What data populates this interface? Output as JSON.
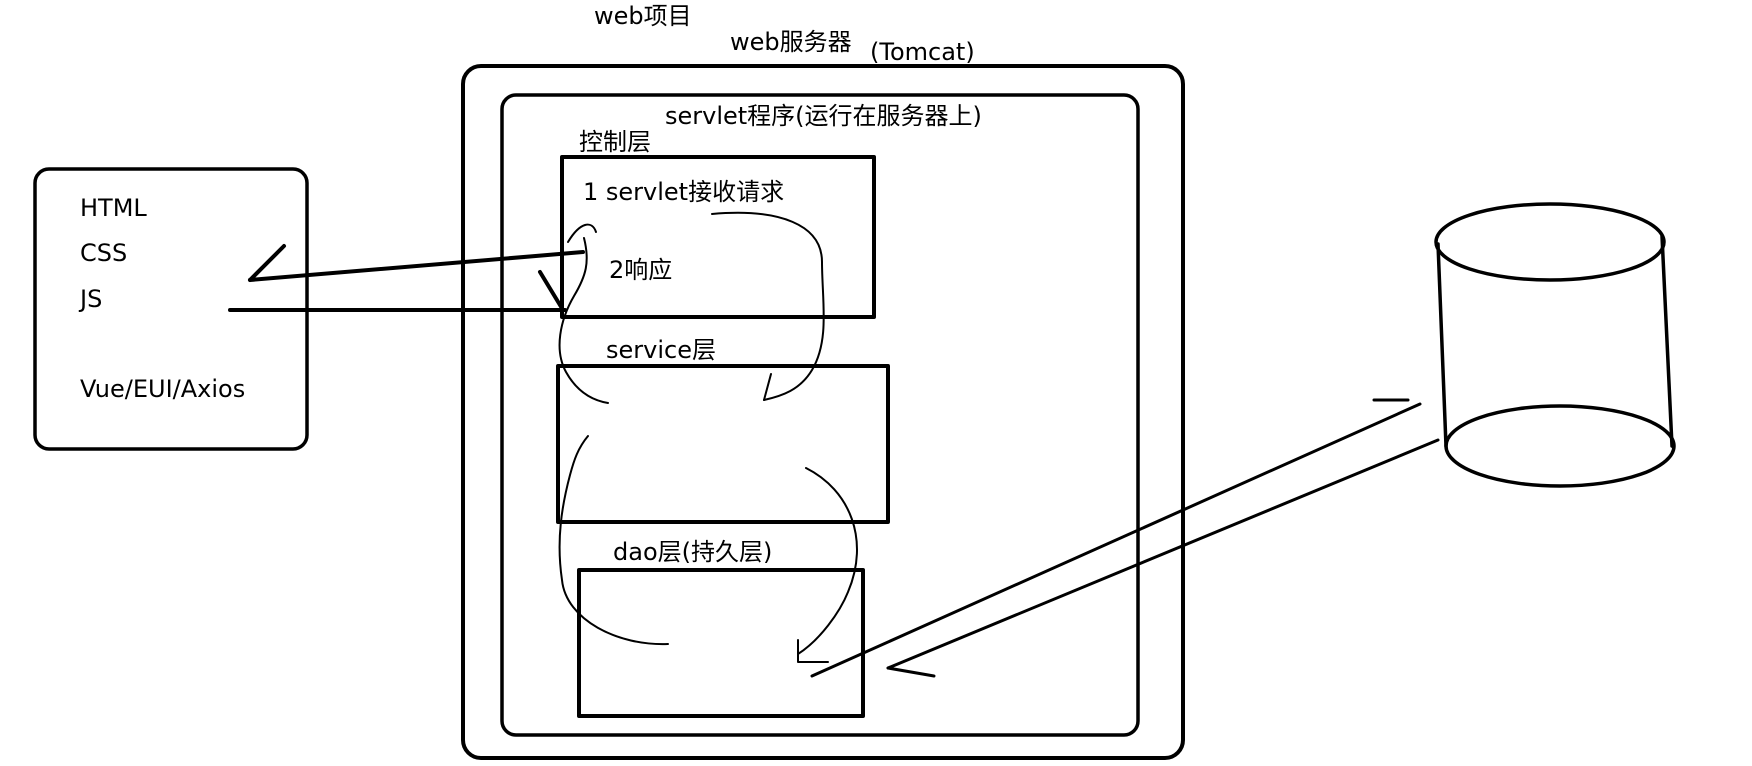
{
  "labels": {
    "web_project": "web项目",
    "web_server": "web服务器",
    "tomcat": "(Tomcat)",
    "servlet_program": "servlet程序(运行在服务器上)",
    "control_layer": "控制层",
    "servlet_receive": "1 servlet接收请求",
    "response": "2响应",
    "service_layer": "service层",
    "dao_layer": "dao层(持久层)"
  },
  "client": {
    "items": [
      "HTML",
      "CSS",
      "JS",
      "Vue/EUI/Axios"
    ]
  },
  "colors": {
    "stroke": "#000000",
    "background": "#ffffff"
  },
  "icons": {
    "database": "database-cylinder-icon"
  }
}
